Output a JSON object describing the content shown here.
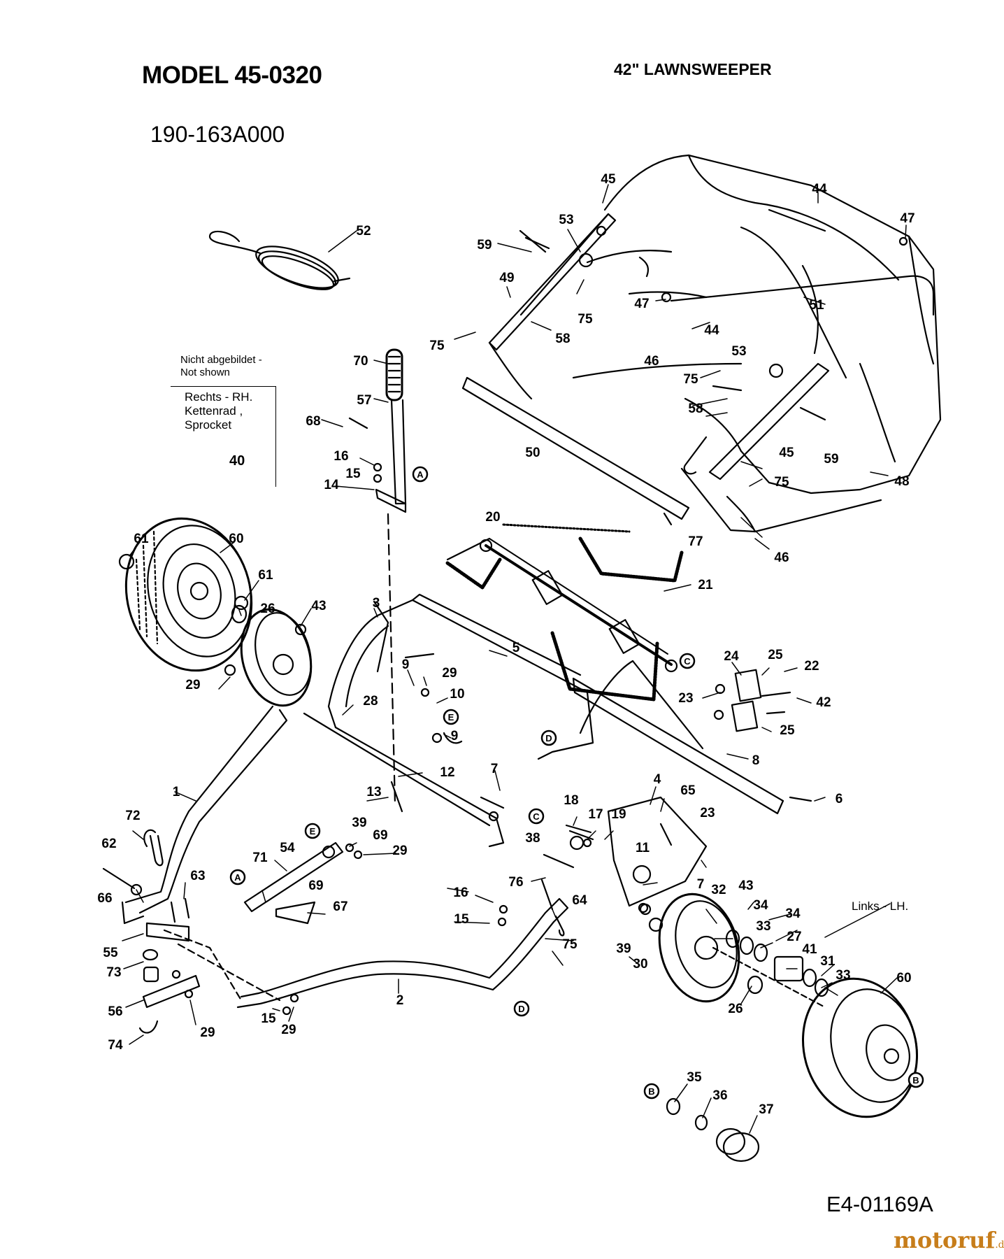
{
  "header": {
    "model": "MODEL 45-0320",
    "product": "42\" LAWNSWEEPER",
    "part_number": "190-163A000"
  },
  "note": {
    "not_shown": "Nicht abgebildet -\nNot shown",
    "sprocket": "Rechts - RH.\nKettenrad ,\nSprocket",
    "sprocket_code": "40"
  },
  "side_label_lh": "Links - LH.",
  "footer": {
    "doc_id": "E4-01169A",
    "watermark_main": "motoruf",
    "watermark_tld": ".de"
  },
  "callouts": [
    {
      "id": "c52",
      "label": "52"
    },
    {
      "id": "c45a",
      "label": "45"
    },
    {
      "id": "c44a",
      "label": "44"
    },
    {
      "id": "c53a",
      "label": "53"
    },
    {
      "id": "c47a",
      "label": "47"
    },
    {
      "id": "c59a",
      "label": "59"
    },
    {
      "id": "c49",
      "label": "49"
    },
    {
      "id": "c75a",
      "label": "75"
    },
    {
      "id": "c47b",
      "label": "47"
    },
    {
      "id": "c51",
      "label": "51"
    },
    {
      "id": "c58a",
      "label": "58"
    },
    {
      "id": "c75b",
      "label": "75"
    },
    {
      "id": "c44b",
      "label": "44"
    },
    {
      "id": "c46a",
      "label": "46"
    },
    {
      "id": "c53b",
      "label": "53"
    },
    {
      "id": "c70",
      "label": "70"
    },
    {
      "id": "c75c",
      "label": "75"
    },
    {
      "id": "c57",
      "label": "57"
    },
    {
      "id": "c58b",
      "label": "58"
    },
    {
      "id": "c68",
      "label": "68"
    },
    {
      "id": "c45b",
      "label": "45"
    },
    {
      "id": "c59b",
      "label": "59"
    },
    {
      "id": "c50",
      "label": "50"
    },
    {
      "id": "c16a",
      "label": "16"
    },
    {
      "id": "c15a",
      "label": "15"
    },
    {
      "id": "c14",
      "label": "14"
    },
    {
      "id": "c75d",
      "label": "75"
    },
    {
      "id": "c48",
      "label": "48"
    },
    {
      "id": "c20",
      "label": "20"
    },
    {
      "id": "c77",
      "label": "77"
    },
    {
      "id": "c46b",
      "label": "46"
    },
    {
      "id": "c61a",
      "label": "61"
    },
    {
      "id": "c60a",
      "label": "60"
    },
    {
      "id": "c61b",
      "label": "61"
    },
    {
      "id": "c21",
      "label": "21"
    },
    {
      "id": "c26a",
      "label": "26"
    },
    {
      "id": "c43a",
      "label": "43"
    },
    {
      "id": "c3",
      "label": "3"
    },
    {
      "id": "c5",
      "label": "5"
    },
    {
      "id": "c24",
      "label": "24"
    },
    {
      "id": "c25a",
      "label": "25"
    },
    {
      "id": "c22",
      "label": "22"
    },
    {
      "id": "c9a",
      "label": "9"
    },
    {
      "id": "c29a",
      "label": "29"
    },
    {
      "id": "c29b",
      "label": "29"
    },
    {
      "id": "c10",
      "label": "10"
    },
    {
      "id": "c23a",
      "label": "23"
    },
    {
      "id": "c42",
      "label": "42"
    },
    {
      "id": "c28",
      "label": "28"
    },
    {
      "id": "c9b",
      "label": "9"
    },
    {
      "id": "c25b",
      "label": "25"
    },
    {
      "id": "c8",
      "label": "8"
    },
    {
      "id": "c12",
      "label": "12"
    },
    {
      "id": "c7a",
      "label": "7"
    },
    {
      "id": "c4",
      "label": "4"
    },
    {
      "id": "c1",
      "label": "1"
    },
    {
      "id": "c13",
      "label": "13"
    },
    {
      "id": "c65",
      "label": "65"
    },
    {
      "id": "c6",
      "label": "6"
    },
    {
      "id": "c18",
      "label": "18"
    },
    {
      "id": "c72",
      "label": "72"
    },
    {
      "id": "c39a",
      "label": "39"
    },
    {
      "id": "c17",
      "label": "17"
    },
    {
      "id": "c19",
      "label": "19"
    },
    {
      "id": "c23b",
      "label": "23"
    },
    {
      "id": "c69a",
      "label": "69"
    },
    {
      "id": "c62",
      "label": "62"
    },
    {
      "id": "c54",
      "label": "54"
    },
    {
      "id": "c29c",
      "label": "29"
    },
    {
      "id": "c38",
      "label": "38"
    },
    {
      "id": "c11",
      "label": "11"
    },
    {
      "id": "c71",
      "label": "71"
    },
    {
      "id": "c63",
      "label": "63"
    },
    {
      "id": "c69b",
      "label": "69"
    },
    {
      "id": "c76",
      "label": "76"
    },
    {
      "id": "c7b",
      "label": "7"
    },
    {
      "id": "c43b",
      "label": "43"
    },
    {
      "id": "c66",
      "label": "66"
    },
    {
      "id": "c32",
      "label": "32"
    },
    {
      "id": "c16b",
      "label": "16"
    },
    {
      "id": "c67",
      "label": "67"
    },
    {
      "id": "c64",
      "label": "64"
    },
    {
      "id": "c34a",
      "label": "34"
    },
    {
      "id": "c34b",
      "label": "34"
    },
    {
      "id": "c15b",
      "label": "15"
    },
    {
      "id": "c33a",
      "label": "33"
    },
    {
      "id": "c27",
      "label": "27"
    },
    {
      "id": "c55",
      "label": "55"
    },
    {
      "id": "c75e",
      "label": "75"
    },
    {
      "id": "c39b",
      "label": "39"
    },
    {
      "id": "c41",
      "label": "41"
    },
    {
      "id": "c73",
      "label": "73"
    },
    {
      "id": "c30",
      "label": "30"
    },
    {
      "id": "c31",
      "label": "31"
    },
    {
      "id": "c33b",
      "label": "33"
    },
    {
      "id": "c60b",
      "label": "60"
    },
    {
      "id": "c2",
      "label": "2"
    },
    {
      "id": "c56",
      "label": "56"
    },
    {
      "id": "c26b",
      "label": "26"
    },
    {
      "id": "c15c",
      "label": "15"
    },
    {
      "id": "c29d",
      "label": "29"
    },
    {
      "id": "c29e",
      "label": "29"
    },
    {
      "id": "c74",
      "label": "74"
    },
    {
      "id": "c35",
      "label": "35"
    },
    {
      "id": "c36",
      "label": "36"
    },
    {
      "id": "c37",
      "label": "37"
    }
  ],
  "references": [
    {
      "id": "rA1",
      "label": "A"
    },
    {
      "id": "rA2",
      "label": "A"
    },
    {
      "id": "rB1",
      "label": "B"
    },
    {
      "id": "rB2",
      "label": "B"
    },
    {
      "id": "rC1",
      "label": "C"
    },
    {
      "id": "rC2",
      "label": "C"
    },
    {
      "id": "rD1",
      "label": "D"
    },
    {
      "id": "rD2",
      "label": "D"
    },
    {
      "id": "rE1",
      "label": "E"
    },
    {
      "id": "rE2",
      "label": "E"
    }
  ]
}
